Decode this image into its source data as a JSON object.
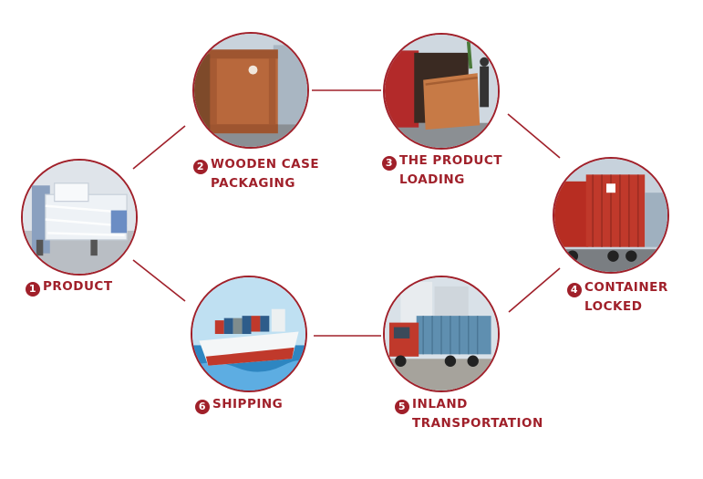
{
  "accent_color": "#a0202a",
  "steps": [
    {
      "num": "1",
      "lines": [
        "PRODUCT"
      ],
      "icon": "wrapped-machine-photo"
    },
    {
      "num": "2",
      "lines": [
        "WOODEN CASE",
        "PACKAGING"
      ],
      "icon": "wooden-crate-photo"
    },
    {
      "num": "3",
      "lines": [
        "THE PRODUCT",
        "LOADING"
      ],
      "icon": "loading-container-photo"
    },
    {
      "num": "4",
      "lines": [
        "CONTAINER",
        "LOCKED"
      ],
      "icon": "container-truck-photo"
    },
    {
      "num": "5",
      "lines": [
        "INLAND",
        "TRANSPORTATION"
      ],
      "icon": "truck-transport-photo"
    },
    {
      "num": "6",
      "lines": [
        "SHIPPING"
      ],
      "icon": "cargo-ship-photo"
    }
  ]
}
